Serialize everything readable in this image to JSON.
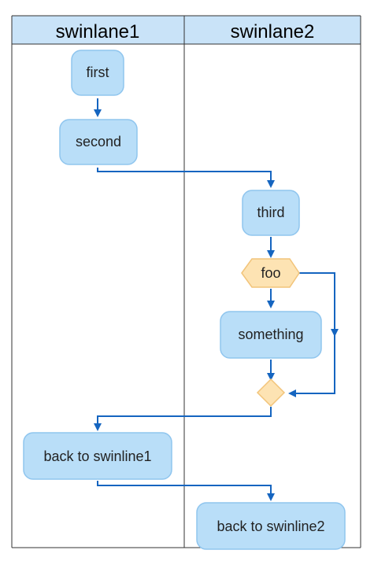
{
  "swimlanes": [
    {
      "title": "swinlane1"
    },
    {
      "title": "swinlane2"
    }
  ],
  "nodes": {
    "first": "first",
    "second": "second",
    "third": "third",
    "foo": "foo",
    "something": "something",
    "back1": "back to swinline1",
    "back2": "back to swinline2"
  },
  "colors": {
    "lane_header_bg": "#c9e3f8",
    "activity_fill": "#b9def8",
    "activity_stroke": "#8fc5ee",
    "decision_fill": "#fde3b3",
    "decision_stroke": "#f2c47a",
    "arrow": "#1565c0",
    "border": "#333333"
  }
}
